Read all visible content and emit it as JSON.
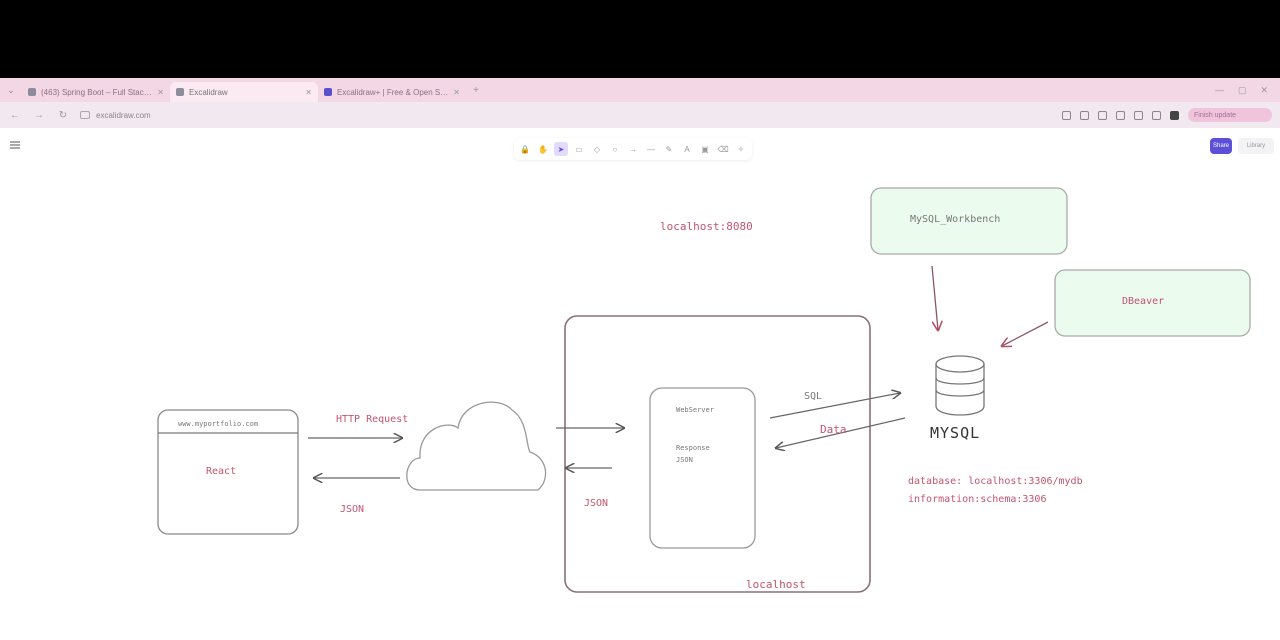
{
  "browser": {
    "tabs": [
      {
        "title": "(463) Spring Boot – Full Stack Development",
        "favicon": "youtube-icon",
        "active": false
      },
      {
        "title": "Excalidraw",
        "favicon": "excalidraw-icon",
        "active": true
      },
      {
        "title": "Excalidraw+ | Free & Open Source",
        "favicon": "excalidraw-plus-icon",
        "active": false
      }
    ],
    "new_tab_label": "+",
    "url": "excalidraw.com",
    "profile_label": "Finish update"
  },
  "toolbar": {
    "tools": [
      {
        "name": "lock",
        "glyph": "🔒"
      },
      {
        "name": "hand",
        "glyph": "✋"
      },
      {
        "name": "selection",
        "glyph": "➤"
      },
      {
        "name": "rectangle",
        "glyph": "▭"
      },
      {
        "name": "diamond",
        "glyph": "◇"
      },
      {
        "name": "ellipse",
        "glyph": "○"
      },
      {
        "name": "arrow",
        "glyph": "→"
      },
      {
        "name": "line",
        "glyph": "—"
      },
      {
        "name": "draw",
        "glyph": "✎"
      },
      {
        "name": "text",
        "glyph": "A"
      },
      {
        "name": "image",
        "glyph": "▣"
      },
      {
        "name": "eraser",
        "glyph": "⌫"
      },
      {
        "name": "laser",
        "glyph": "✧"
      }
    ],
    "active_tool": "selection",
    "share_label": "Share",
    "library_label": "Library"
  },
  "diagram": {
    "browser_box": {
      "url_label": "www.myportfolio.com",
      "content": "React"
    },
    "request_label": "HTTP Request",
    "response_label": "JSON",
    "server_response_label": "JSON",
    "localhost_label": "localhost",
    "port_label": "localhost:8080",
    "webserver_box": {
      "line1": "WebServer",
      "line2": "Response",
      "line3": "JSON"
    },
    "sql_label": "SQL",
    "data_label": "Data",
    "db_label": "MYSQL",
    "workbench_label": "MySQL_Workbench",
    "dbeaver_label": "DBeaver",
    "db_note_line1": "database: localhost:3306/mydb",
    "db_note_line2": "information:schema:3306"
  },
  "colors": {
    "accent": "#5b51d8",
    "annotation": "#c2556e",
    "tool_box_fill": "#ebfbee",
    "tab_bar": "#f3d7e4"
  }
}
